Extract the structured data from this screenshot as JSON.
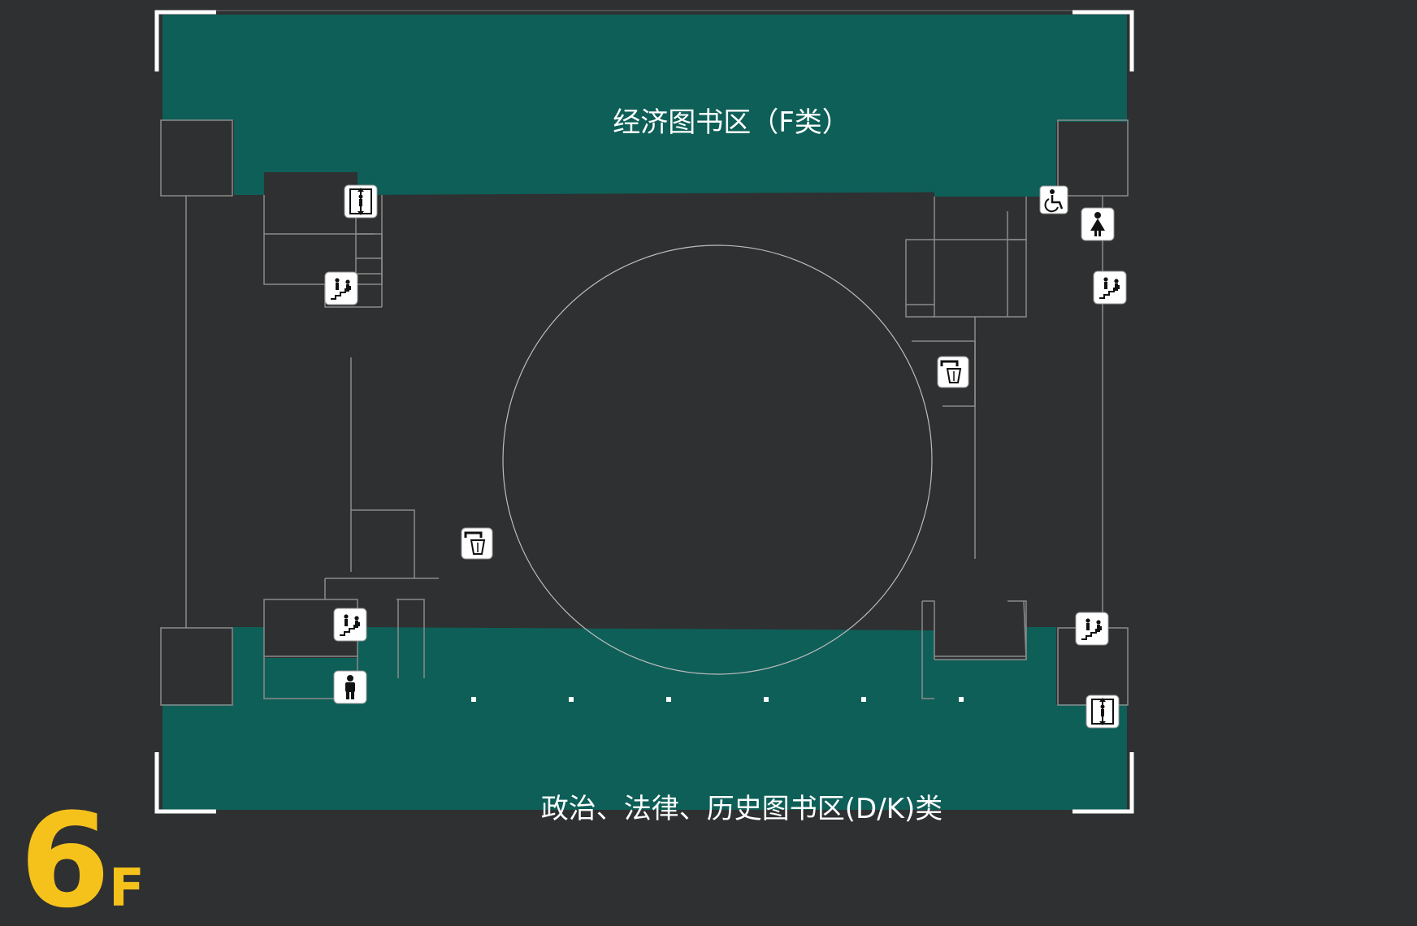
{
  "floor": {
    "number": "6",
    "suffix": "F"
  },
  "zones": {
    "north": {
      "label": "经济图书区（F类）"
    },
    "south": {
      "label": "政治、法律、历史图书区(D/K)类"
    }
  },
  "facilities": [
    {
      "id": "elevator-nw",
      "icon": "elevator-icon"
    },
    {
      "id": "stairs-nw",
      "icon": "stairs-icon"
    },
    {
      "id": "stairs-sw",
      "icon": "stairs-icon"
    },
    {
      "id": "restroom-men",
      "icon": "male-restroom-icon"
    },
    {
      "id": "water-w",
      "icon": "water-dispenser-icon"
    },
    {
      "id": "accessible",
      "icon": "wheelchair-icon"
    },
    {
      "id": "restroom-women",
      "icon": "female-restroom-icon"
    },
    {
      "id": "stairs-ne",
      "icon": "stairs-icon"
    },
    {
      "id": "water-e",
      "icon": "water-dispenser-icon"
    },
    {
      "id": "stairs-se",
      "icon": "stairs-icon"
    },
    {
      "id": "elevator-se",
      "icon": "elevator-icon"
    }
  ],
  "colors": {
    "background": "#2f3031",
    "zone_fill": "#0e5f58",
    "wall_line": "#8b8b8b",
    "icon_bg": "#ffffff",
    "floor_label": "#f5c21c"
  }
}
